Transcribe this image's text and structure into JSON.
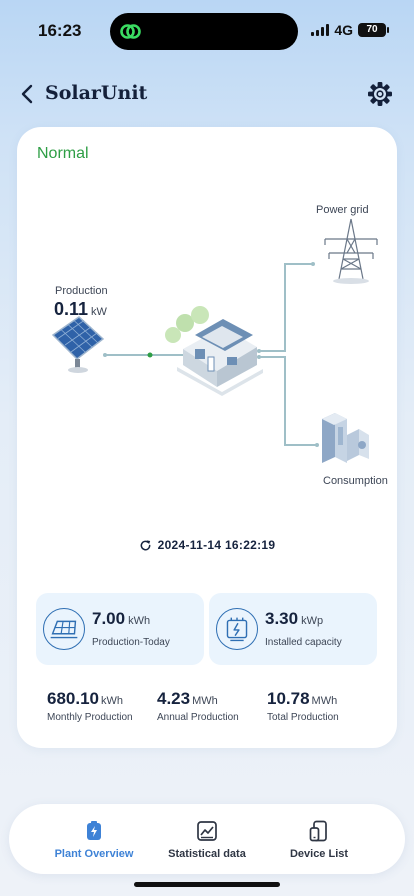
{
  "status_bar": {
    "time": "16:23",
    "network": "4G",
    "battery": "70"
  },
  "header": {
    "title": "SolarUnit",
    "back_icon": "chevron-left-icon",
    "settings_icon": "gear-icon"
  },
  "plant": {
    "status": "Normal",
    "status_color": "#2e9e45",
    "production_label": "Production",
    "production_value": "0.11",
    "production_unit": "kW",
    "grid_label": "Power grid",
    "consumption_label": "Consumption",
    "timestamp": "2024-11-14 16:22:19"
  },
  "stats": [
    {
      "value": "7.00",
      "unit": "kWh",
      "caption": "Production-Today",
      "icon": "solar-panel-icon"
    },
    {
      "value": "3.30",
      "unit": "kWp",
      "caption": "Installed capacity",
      "icon": "inverter-icon"
    }
  ],
  "summary": [
    {
      "value": "680.10",
      "unit": "kWh",
      "caption": "Monthly Production"
    },
    {
      "value": "4.23",
      "unit": "MWh",
      "caption": "Annual Production"
    },
    {
      "value": "10.78",
      "unit": "MWh",
      "caption": "Total Production"
    }
  ],
  "nav": [
    {
      "label": "Plant Overview",
      "icon": "plant-overview-icon",
      "active": true
    },
    {
      "label": "Statistical data",
      "icon": "chart-icon",
      "active": false
    },
    {
      "label": "Device List",
      "icon": "devices-icon",
      "active": false
    }
  ],
  "colors": {
    "accent": "#3e82d6",
    "flow_line": "#9fbfc7",
    "flow_dot": "#2e9e45"
  }
}
